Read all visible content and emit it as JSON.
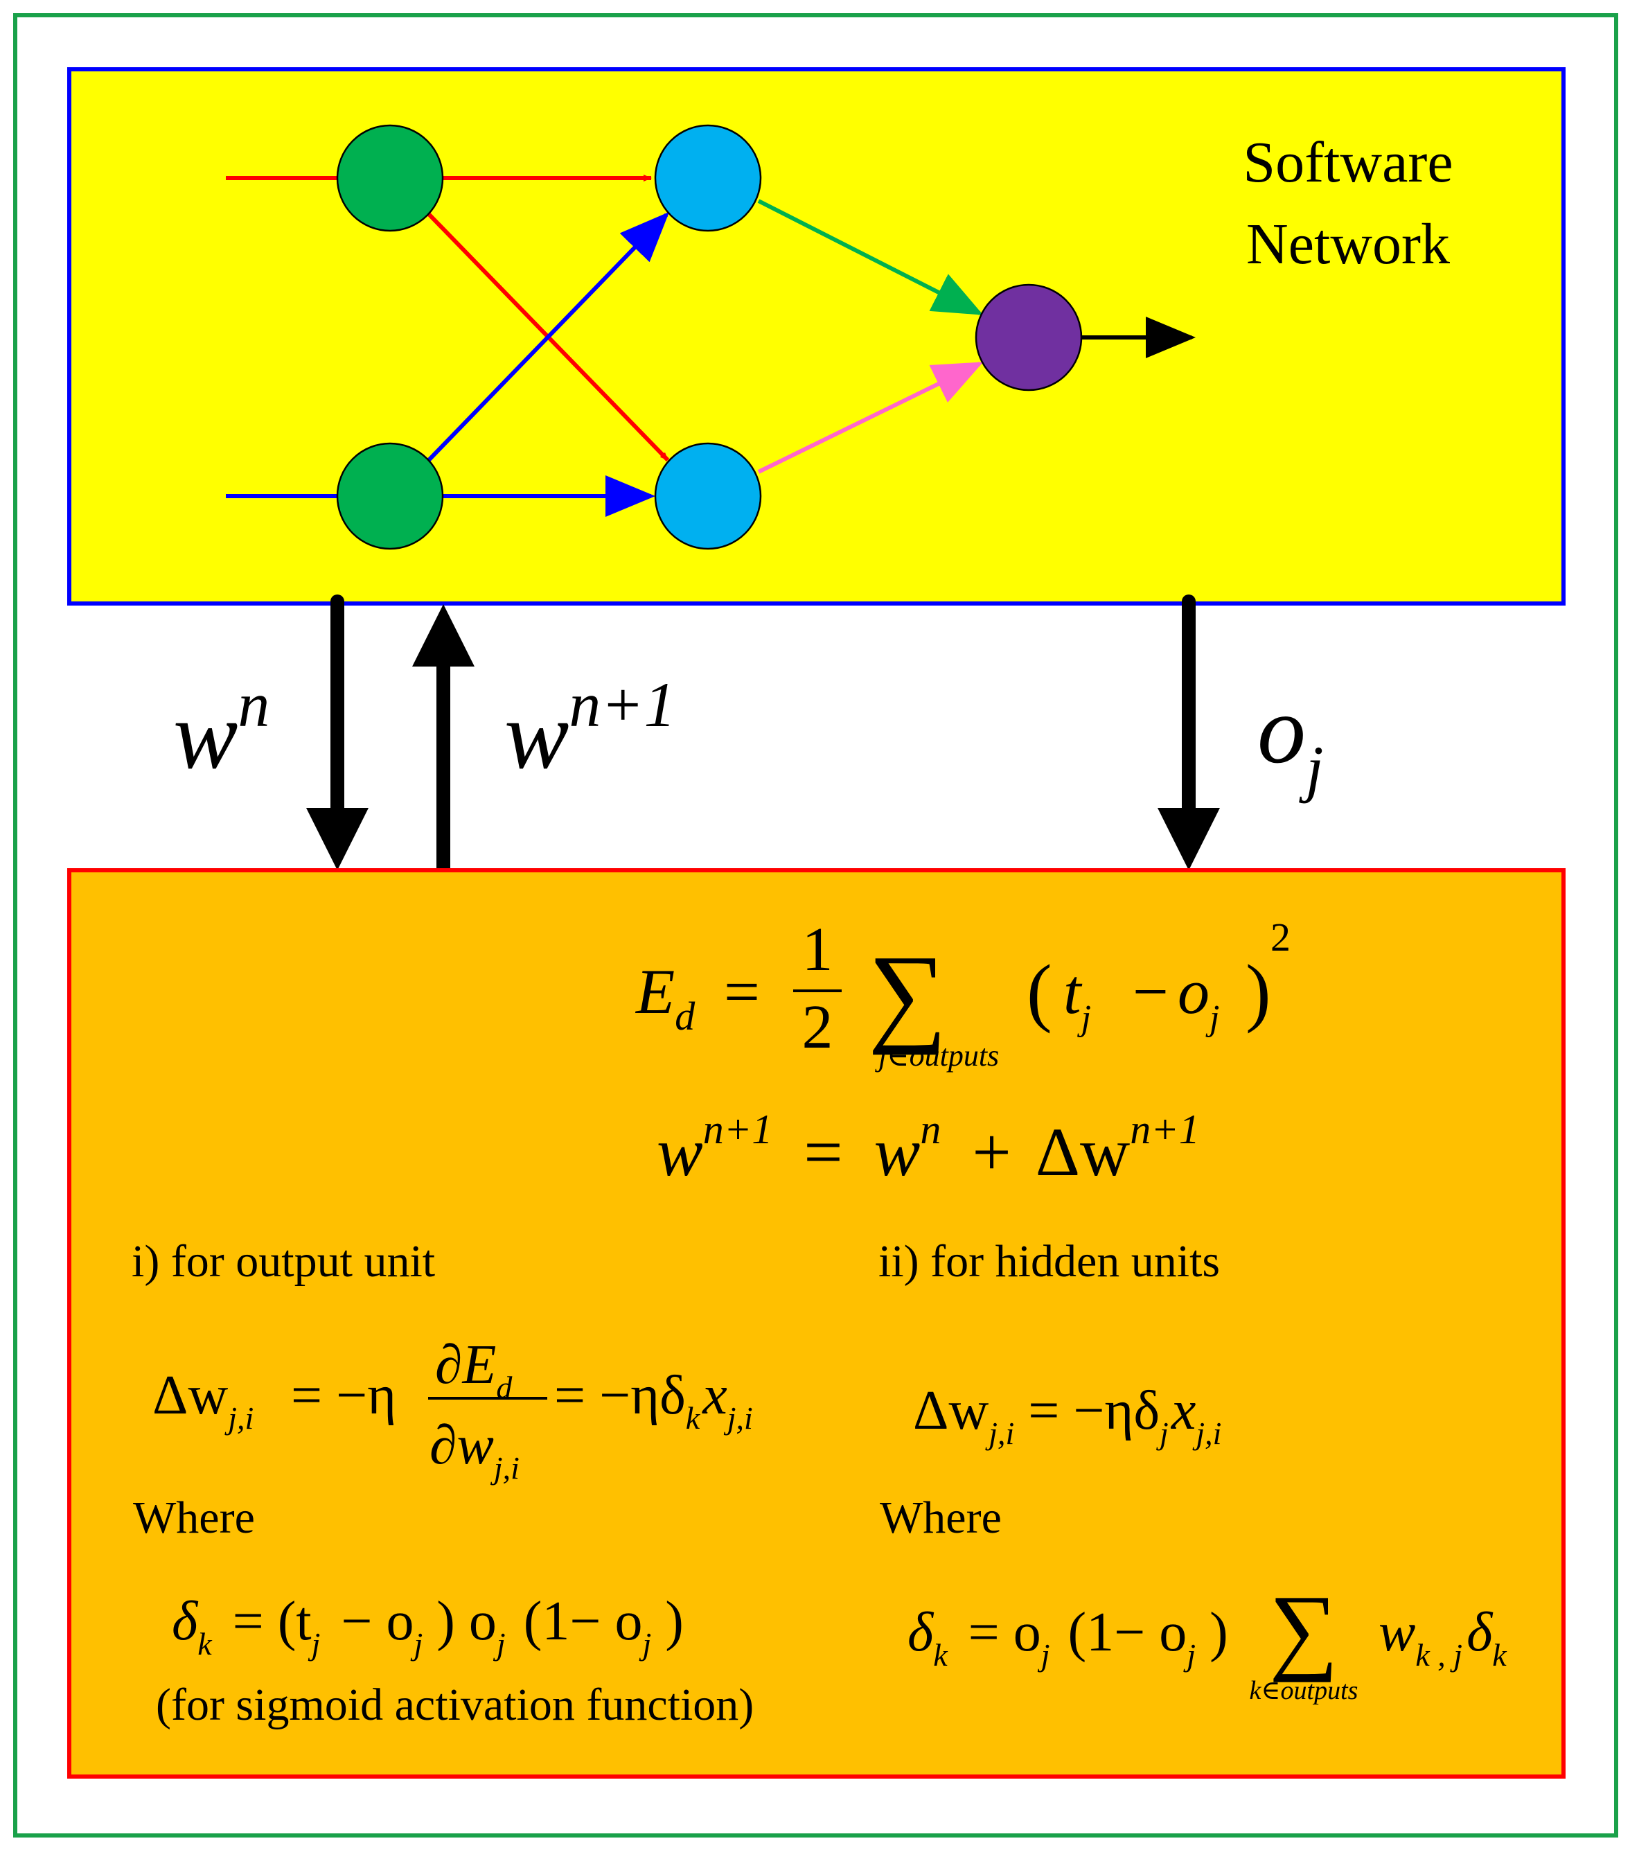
{
  "colors": {
    "outer_border": "#1aa14a",
    "software_fill": "#ffff00",
    "software_border": "#0000ff",
    "learning_fill": "#ffc000",
    "learning_border": "#ff0000",
    "input_node": "#00b050",
    "hidden_node": "#00b0f0",
    "output_node": "#7030a0",
    "red_edge": "#ff0000",
    "blue_edge": "#0000ff",
    "green_edge": "#00b050",
    "pink_edge": "#ff66cc",
    "black": "#000000"
  },
  "software_network": {
    "title_line1": "Software",
    "title_line2": "Network"
  },
  "links": {
    "w_down": {
      "base": "w",
      "sup": "n"
    },
    "w_up": {
      "base": "w",
      "sup": "n+1"
    },
    "o_down": {
      "base": "o",
      "sub": "j"
    }
  },
  "equations": {
    "error": {
      "lhs": "E",
      "lhs_sub": "d",
      "eq": "=",
      "frac_num": "1",
      "frac_den": "2",
      "sum": "∑",
      "sum_under": "j∈outputs",
      "lparen": "(",
      "t": "t",
      "t_sub": "j",
      "minus": "−",
      "o": "o",
      "o_sub": "j",
      "rparen": ")",
      "power": "2"
    },
    "update": {
      "w1": "w",
      "w1_sup": "n+1",
      "eq": "=",
      "w2": "w",
      "w2_sup": "n",
      "plus": "+",
      "delta": "Δw",
      "delta_sup": "n+1"
    }
  },
  "output_unit": {
    "heading": "i) for output unit",
    "dw": "Δw",
    "dw_sub": "j,i",
    "eq1": "= −η",
    "num": "∂E",
    "num_sub": "d",
    "den": "∂w",
    "den_sub": "j,i",
    "eq2": "= −ηδ",
    "eq2_sub": "k",
    "x": "x",
    "x_sub": "j,i",
    "where": "Where",
    "delta": "δ",
    "delta_sub": "k",
    "delta_rhs_a": "= (t",
    "delta_rhs_a_sub": "j",
    "delta_rhs_b": "− o",
    "delta_rhs_b_sub": "j",
    "delta_rhs_c": ") o",
    "delta_rhs_c_sub": "j",
    "delta_rhs_d": "(1− o",
    "delta_rhs_d_sub": "j",
    "delta_rhs_e": ")",
    "note": "(for sigmoid activation function)"
  },
  "hidden_units": {
    "heading": "ii) for hidden units",
    "dw": "Δw",
    "dw_sub": "j,i",
    "eq": "= −ηδ",
    "eq_sub": "j",
    "x": "x",
    "x_sub": "j,i",
    "where": "Where",
    "delta": "δ",
    "delta_sub": "k",
    "rhs_a": "= o",
    "rhs_a_sub": "j",
    "rhs_b": "(1− o",
    "rhs_b_sub": "j",
    "rhs_c": ")",
    "sum": "∑",
    "sum_under": "k∈outputs",
    "w": "w",
    "w_sub": "k , j",
    "d": "δ",
    "d_sub": "k"
  }
}
